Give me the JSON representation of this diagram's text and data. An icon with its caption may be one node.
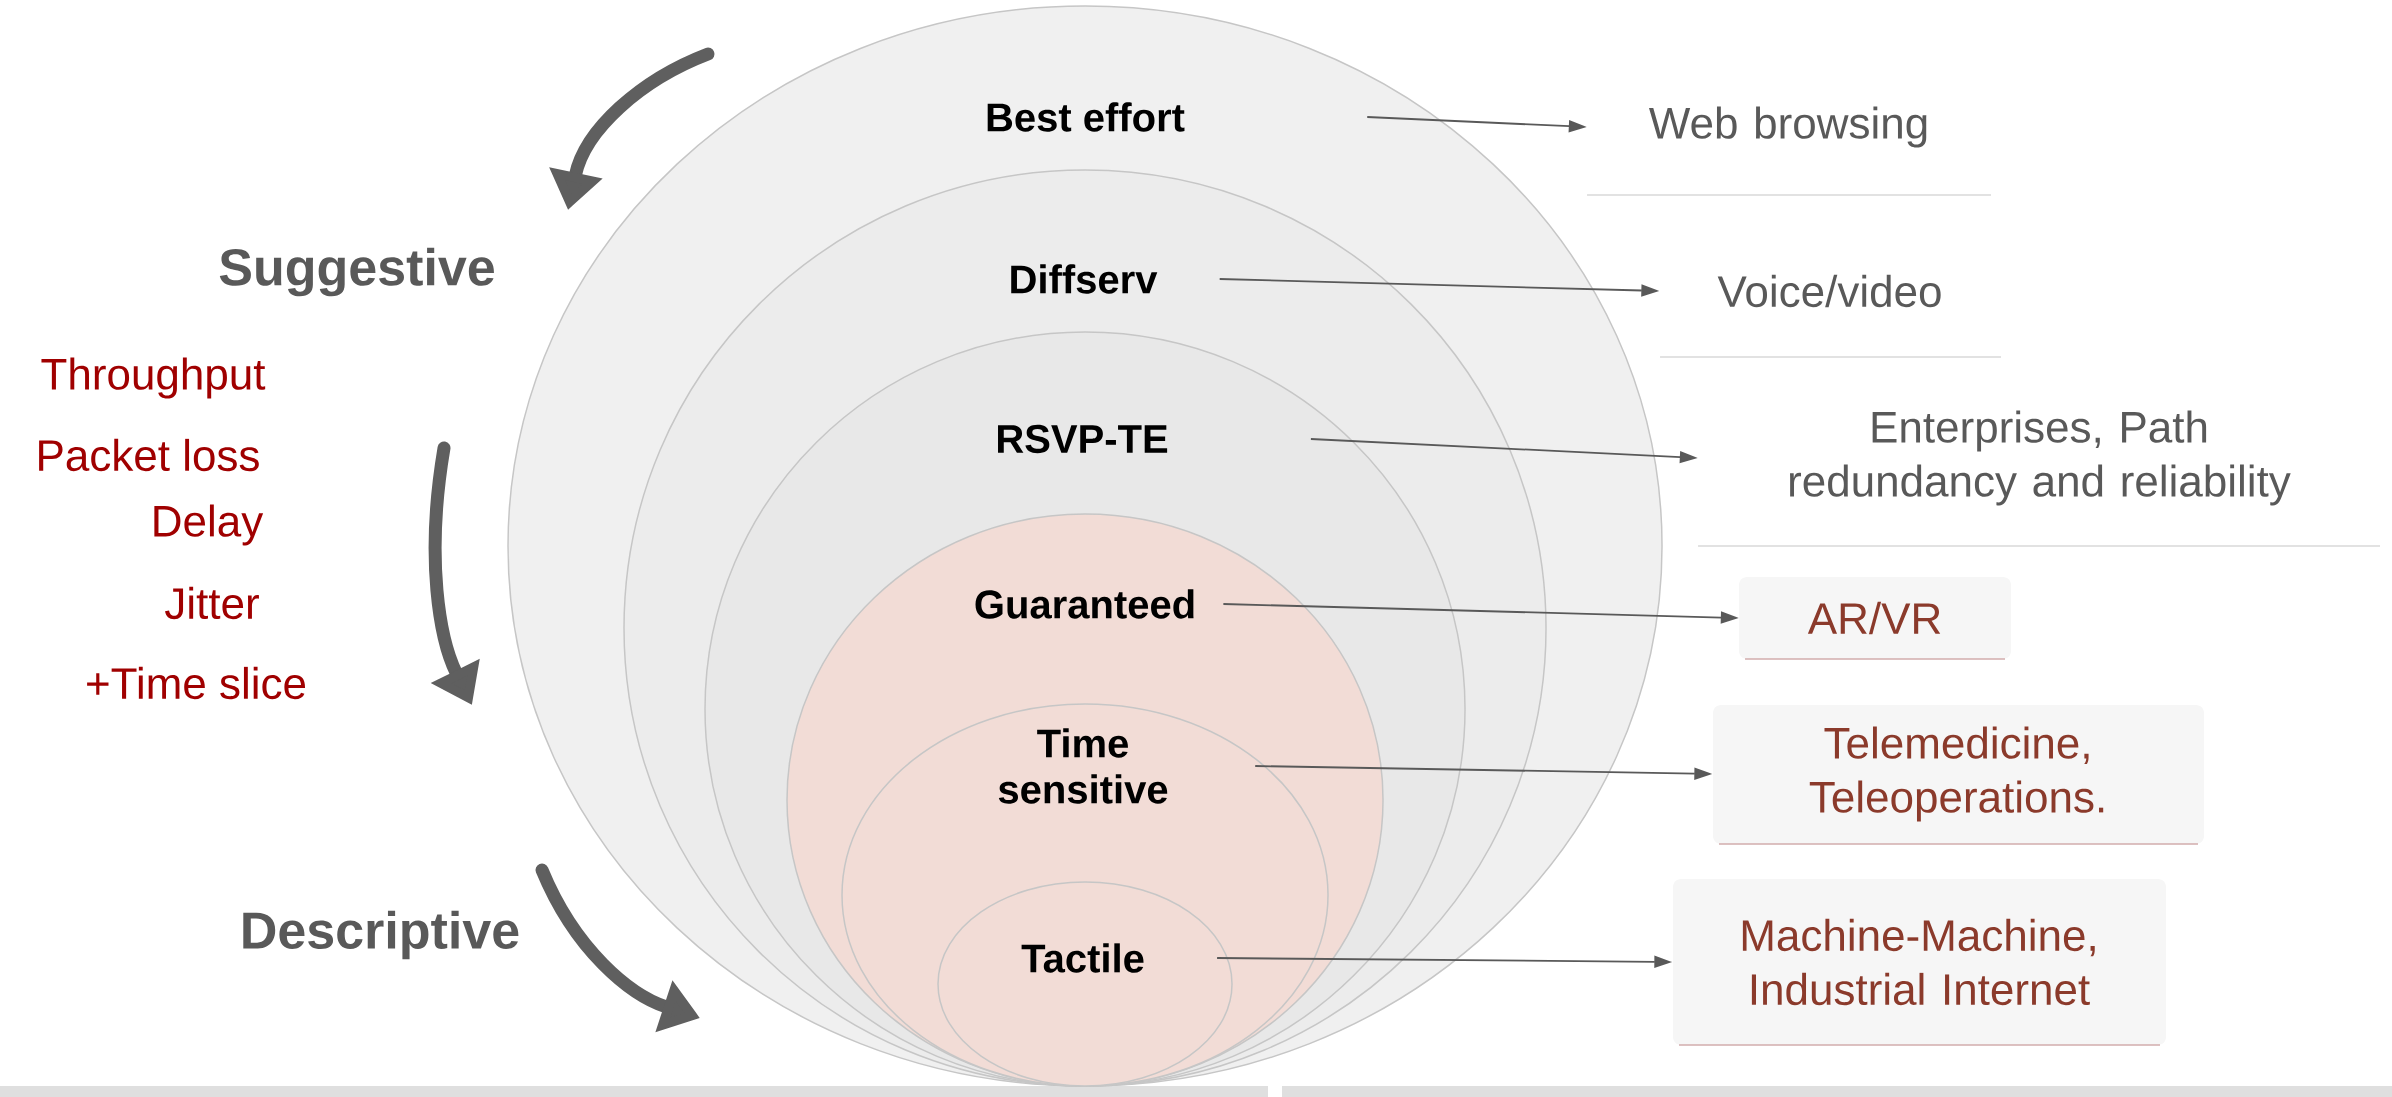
{
  "diagram": {
    "nodes": [
      {
        "text": [
          "Best effort"
        ]
      },
      {
        "text": [
          "Diffserv"
        ],
        "in": 0
      },
      {
        "text": [
          "RSVP-TE"
        ],
        "in": 1
      },
      {
        "text": [
          "Guaranteed"
        ],
        "in": 2
      },
      {
        "text": [
          "Time sensitive"
        ],
        "in": 3
      },
      {
        "text": [
          "Tactile"
        ],
        "in": 4
      },
      {
        "text": [
          "Web browsing"
        ]
      },
      {
        "text": [
          "Voice/video"
        ]
      },
      {
        "text": [
          "Enterprises, Path redundancy and reliability"
        ]
      },
      {
        "text": [
          "AR/VR"
        ]
      },
      {
        "text": [
          "Telemedicine, Teleoperations."
        ]
      },
      {
        "text": [
          "Machine-Machine, Industrial Internet"
        ]
      }
    ],
    "edges": [
      {
        "from": 0,
        "to": 6,
        "arrow": "to"
      },
      {
        "from": 1,
        "to": 7,
        "arrow": "to"
      },
      {
        "from": 2,
        "to": 8,
        "arrow": "to"
      },
      {
        "from": 3,
        "to": 9,
        "arrow": "to"
      },
      {
        "from": 4,
        "to": 10,
        "arrow": "to"
      },
      {
        "from": 5,
        "to": 11,
        "arrow": "to"
      }
    ],
    "labels": [
      "Suggestive",
      "Throughput",
      "Packet loss",
      "Delay",
      "Jitter",
      "+Time slice",
      "Descriptive"
    ]
  }
}
